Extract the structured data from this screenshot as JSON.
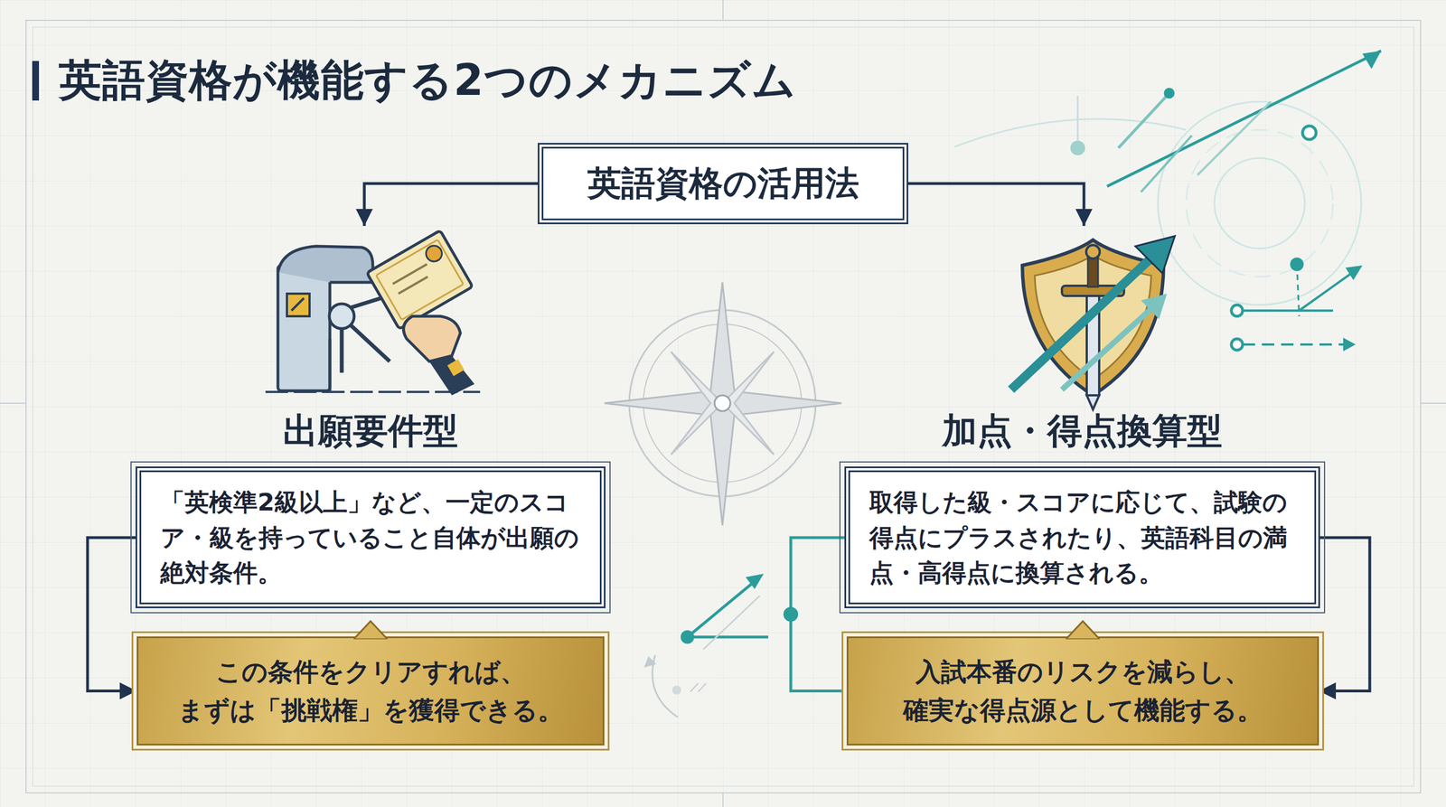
{
  "diagram": {
    "title": "英語資格が機能する2つのメカニズム",
    "nodes": [
      {
        "text": [
          "英語資格の活用法"
        ]
      },
      {
        "text": [
          "出願要件型",
          "「英検準2級以上」など、一定のスコア・級を持っていること自体が出願の絶対条件。"
        ]
      },
      {
        "text": [
          "この条件をクリアすれば、 まずは「挑戦権」を獲得できる。"
        ]
      },
      {
        "text": [
          "加点・得点換算型",
          "取得した級・スコアに応じて、試験の得点にプラスされたり、英語科目の満点・高得点に換算される。"
        ]
      },
      {
        "text": [
          "入試本番のリスクを減らし、 確実な得点源として機能する。"
        ]
      }
    ],
    "edges": [
      {
        "from": 0,
        "to": 1,
        "arrow": "to"
      },
      {
        "from": 0,
        "to": 3,
        "arrow": "to"
      },
      {
        "from": 1,
        "to": 2,
        "arrow": "to"
      },
      {
        "from": 3,
        "to": 4,
        "arrow": "to"
      },
      {
        "from": 3,
        "to": 4,
        "arrow": "none"
      }
    ]
  }
}
